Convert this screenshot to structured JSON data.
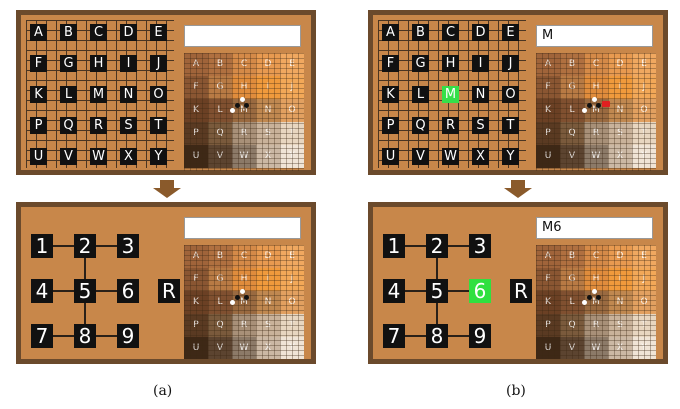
{
  "letters": [
    "A",
    "B",
    "C",
    "D",
    "E",
    "F",
    "G",
    "H",
    "I",
    "J",
    "K",
    "L",
    "M",
    "N",
    "O",
    "P",
    "Q",
    "R",
    "S",
    "T",
    "U",
    "V",
    "W",
    "X",
    "Y"
  ],
  "numbers": [
    "1",
    "2",
    "3",
    "4",
    "5",
    "6",
    "7",
    "8",
    "9"
  ],
  "r_key": "R",
  "panels": {
    "a_top": {
      "text": "",
      "highlight": ""
    },
    "a_bottom": {
      "text": "",
      "highlight": ""
    },
    "b_top": {
      "text": "M",
      "highlight": "M"
    },
    "b_bottom": {
      "text": "M6",
      "highlight": "6"
    }
  },
  "captions": {
    "a": "(a)",
    "b": "(b)"
  },
  "colors": {
    "frame": "#6b4a2c",
    "board": "#c8874a",
    "highlight": "#35e04a",
    "arrow": "#8a5a2b",
    "cursor_red": "#e02020"
  }
}
